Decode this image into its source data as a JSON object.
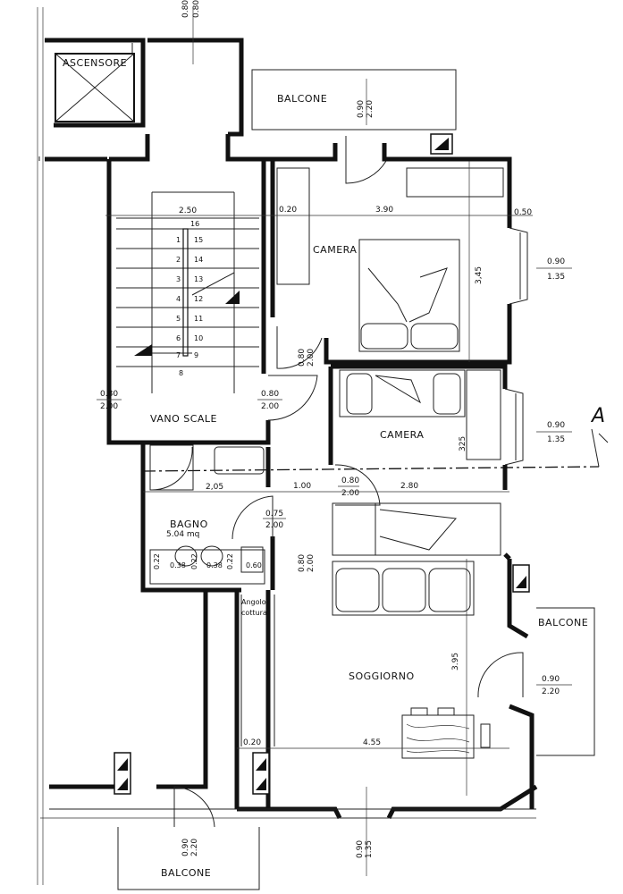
{
  "rooms": {
    "ascensore": "ASCENSORE",
    "balcone_top": "BALCONE",
    "camera_1": "CAMERA",
    "camera_2": "CAMERA",
    "vano_scale": "VANO SCALE",
    "bagno": "BAGNO",
    "bagno_area": "5.04 mq",
    "angolo": "Angolo",
    "cottura": "cottura",
    "soggiorno": "SOGGIORNO",
    "balcone_right": "BALCONE",
    "balcone_bottom": "BALCONE"
  },
  "dimensions": {
    "top_080_a": "0.80",
    "top_080_b": "0.80",
    "balc_door_090": "0.90",
    "balc_door_220": "2.20",
    "stair_width": "2.50",
    "cam_020": "0.20",
    "cam_390": "3.90",
    "cam_050": "0.50",
    "cam_345": "3,45",
    "win1_090": "0.90",
    "win1_135": "1.35",
    "door_cam_080": "0.80",
    "door_cam_200": "2.00",
    "vano_080_l": "0.80",
    "vano_200_l": "2.00",
    "vano_080_r": "0.80",
    "vano_200_r": "2.00",
    "win2_090": "0.90",
    "win2_135": "1.35",
    "cam2_325": "325",
    "bagno_205": "2,05",
    "corr_100": "1.00",
    "corr_080": "0.80",
    "corr_200": "2.00",
    "corr_280": "2.80",
    "bagno_door_075": "0.75",
    "bagno_door_200": "2.00",
    "bagno_022_a": "0.22",
    "bagno_038_a": "0.38",
    "bagno_022_b": "0.22",
    "bagno_038_b": "0.38",
    "bagno_022_c": "0.22",
    "bagno_060": "0.60",
    "sogg_door_080": "0.80",
    "sogg_door_200": "2.00",
    "sogg_395": "3.95",
    "balc_r_090": "0.90",
    "balc_r_220": "2.20",
    "sogg_020": "0.20",
    "sogg_455": "4.55",
    "bot_door_090": "0.90",
    "bot_door_220": "2.20",
    "bot_win_090": "0.90",
    "bot_win_135": "1.35",
    "section_mark": "A"
  },
  "stairs": {
    "left_numbers": [
      "1",
      "2",
      "3",
      "4",
      "5",
      "6",
      "7"
    ],
    "right_numbers": [
      "15",
      "14",
      "13",
      "12",
      "11",
      "10",
      "9"
    ],
    "top_step": "16",
    "landing_step": "8"
  },
  "icons": {
    "elevator": "elevator-shaft-icon",
    "window": "window-shutter-icon",
    "stair_arrow": "stair-direction-icon"
  }
}
